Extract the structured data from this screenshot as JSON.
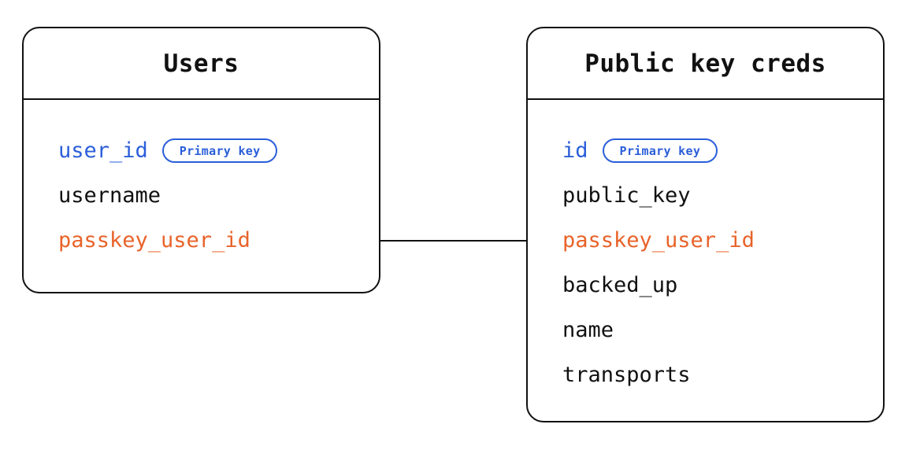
{
  "diagram": {
    "type": "entity-relationship-diagram",
    "background_color": "#ffffff",
    "colors": {
      "border": "#111111",
      "text": "#111111",
      "primary_key": "#2b5fd9",
      "foreign_key": "#e8632a",
      "badge_border": "#2b5fd9",
      "connector": "#111111"
    },
    "badge_label": "Primary key",
    "entities": [
      {
        "id": "users",
        "title": "Users",
        "fields": [
          {
            "name": "user_id",
            "role": "pk",
            "badge": "Primary key"
          },
          {
            "name": "username",
            "role": "plain",
            "badge": null
          },
          {
            "name": "passkey_user_id",
            "role": "fk",
            "badge": null
          }
        ]
      },
      {
        "id": "public-key-creds",
        "title": "Public key creds",
        "fields": [
          {
            "name": "id",
            "role": "pk",
            "badge": "Primary key"
          },
          {
            "name": "public_key",
            "role": "plain",
            "badge": null
          },
          {
            "name": "passkey_user_id",
            "role": "fk",
            "badge": null
          },
          {
            "name": "backed_up",
            "role": "plain",
            "badge": null
          },
          {
            "name": "name",
            "role": "plain",
            "badge": null
          },
          {
            "name": "transports",
            "role": "plain",
            "badge": null
          }
        ]
      }
    ],
    "relationships": [
      {
        "from_entity": "users",
        "from_field": "passkey_user_id",
        "to_entity": "public-key-creds",
        "to_field": "passkey_user_id",
        "style": "straight-line"
      }
    ]
  }
}
